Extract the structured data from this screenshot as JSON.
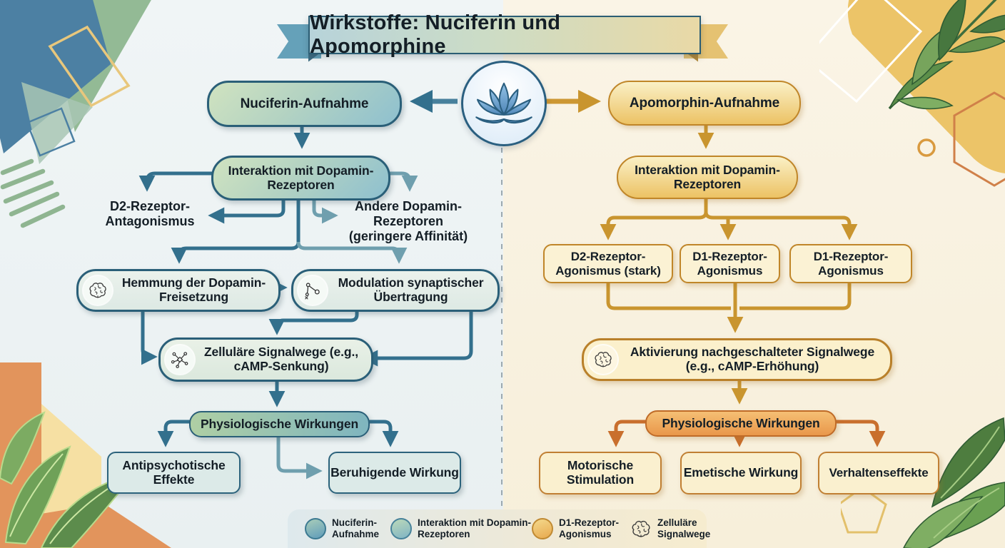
{
  "title": "Wirkstoffe: Nuciferin und Apomorphine",
  "center_icon": "lotus",
  "left_flow": {
    "uptake": "Nuciferin-Aufnahme",
    "interaction": "Interaktion mit Dopamin-Rezeptoren",
    "side_left": "D2-Rezeptor-Antagonismus",
    "side_right": "Andere Dopamin-Rezeptoren (geringere Affinität)",
    "inhibition": "Hemmung der Dopamin-Freisetzung",
    "modulation": "Modulation synaptischer Übertragung",
    "signaling": "Zelluläre Signalwege (e.g., cAMP-Senkung)",
    "effects_header": "Physiologische Wirkungen",
    "effect_1": "Antipsychotische Effekte",
    "effect_2": "Beruhigende Wirkung"
  },
  "right_flow": {
    "uptake": "Apomorphin-Aufnahme",
    "interaction": "Interaktion mit Dopamin-Rezeptoren",
    "receptor_1": "D2-Rezeptor-Agonismus (stark)",
    "receptor_2": "D1-Rezeptor-Agonismus",
    "receptor_3": "D1-Rezeptor-Agonismus",
    "activation": "Aktivierung nachgeschalteter Signalwege (e.g., cAMP-Erhöhung)",
    "effects_header": "Physiologische Wirkungen",
    "effect_1": "Motorische Stimulation",
    "effect_2": "Emetische Wirkung",
    "effect_3": "Verhaltenseffekte"
  },
  "legend": {
    "item_1": {
      "icon": "circle-blue-gradient",
      "label": "Nuciferin-Aufnahme"
    },
    "item_2": {
      "icon": "circle-green-gradient",
      "label": "Interaktion mit Dopamin-Rezeptoren"
    },
    "item_3": {
      "icon": "circle-orange-gradient",
      "label": "D1-Rezeptor-Agonismus"
    },
    "item_4": {
      "icon": "brain-outline",
      "label": "Zelluläre Signalwege"
    }
  },
  "colors": {
    "teal_line": "#33708D",
    "teal_light_line": "#6F9FAE",
    "teal_border": "#2A5F78",
    "gold_line": "#C9952F",
    "gold_border": "#C08629",
    "orange_line": "#C96F2D",
    "left_bg": "#EDF3F4",
    "right_bg": "#F8F1E0"
  }
}
